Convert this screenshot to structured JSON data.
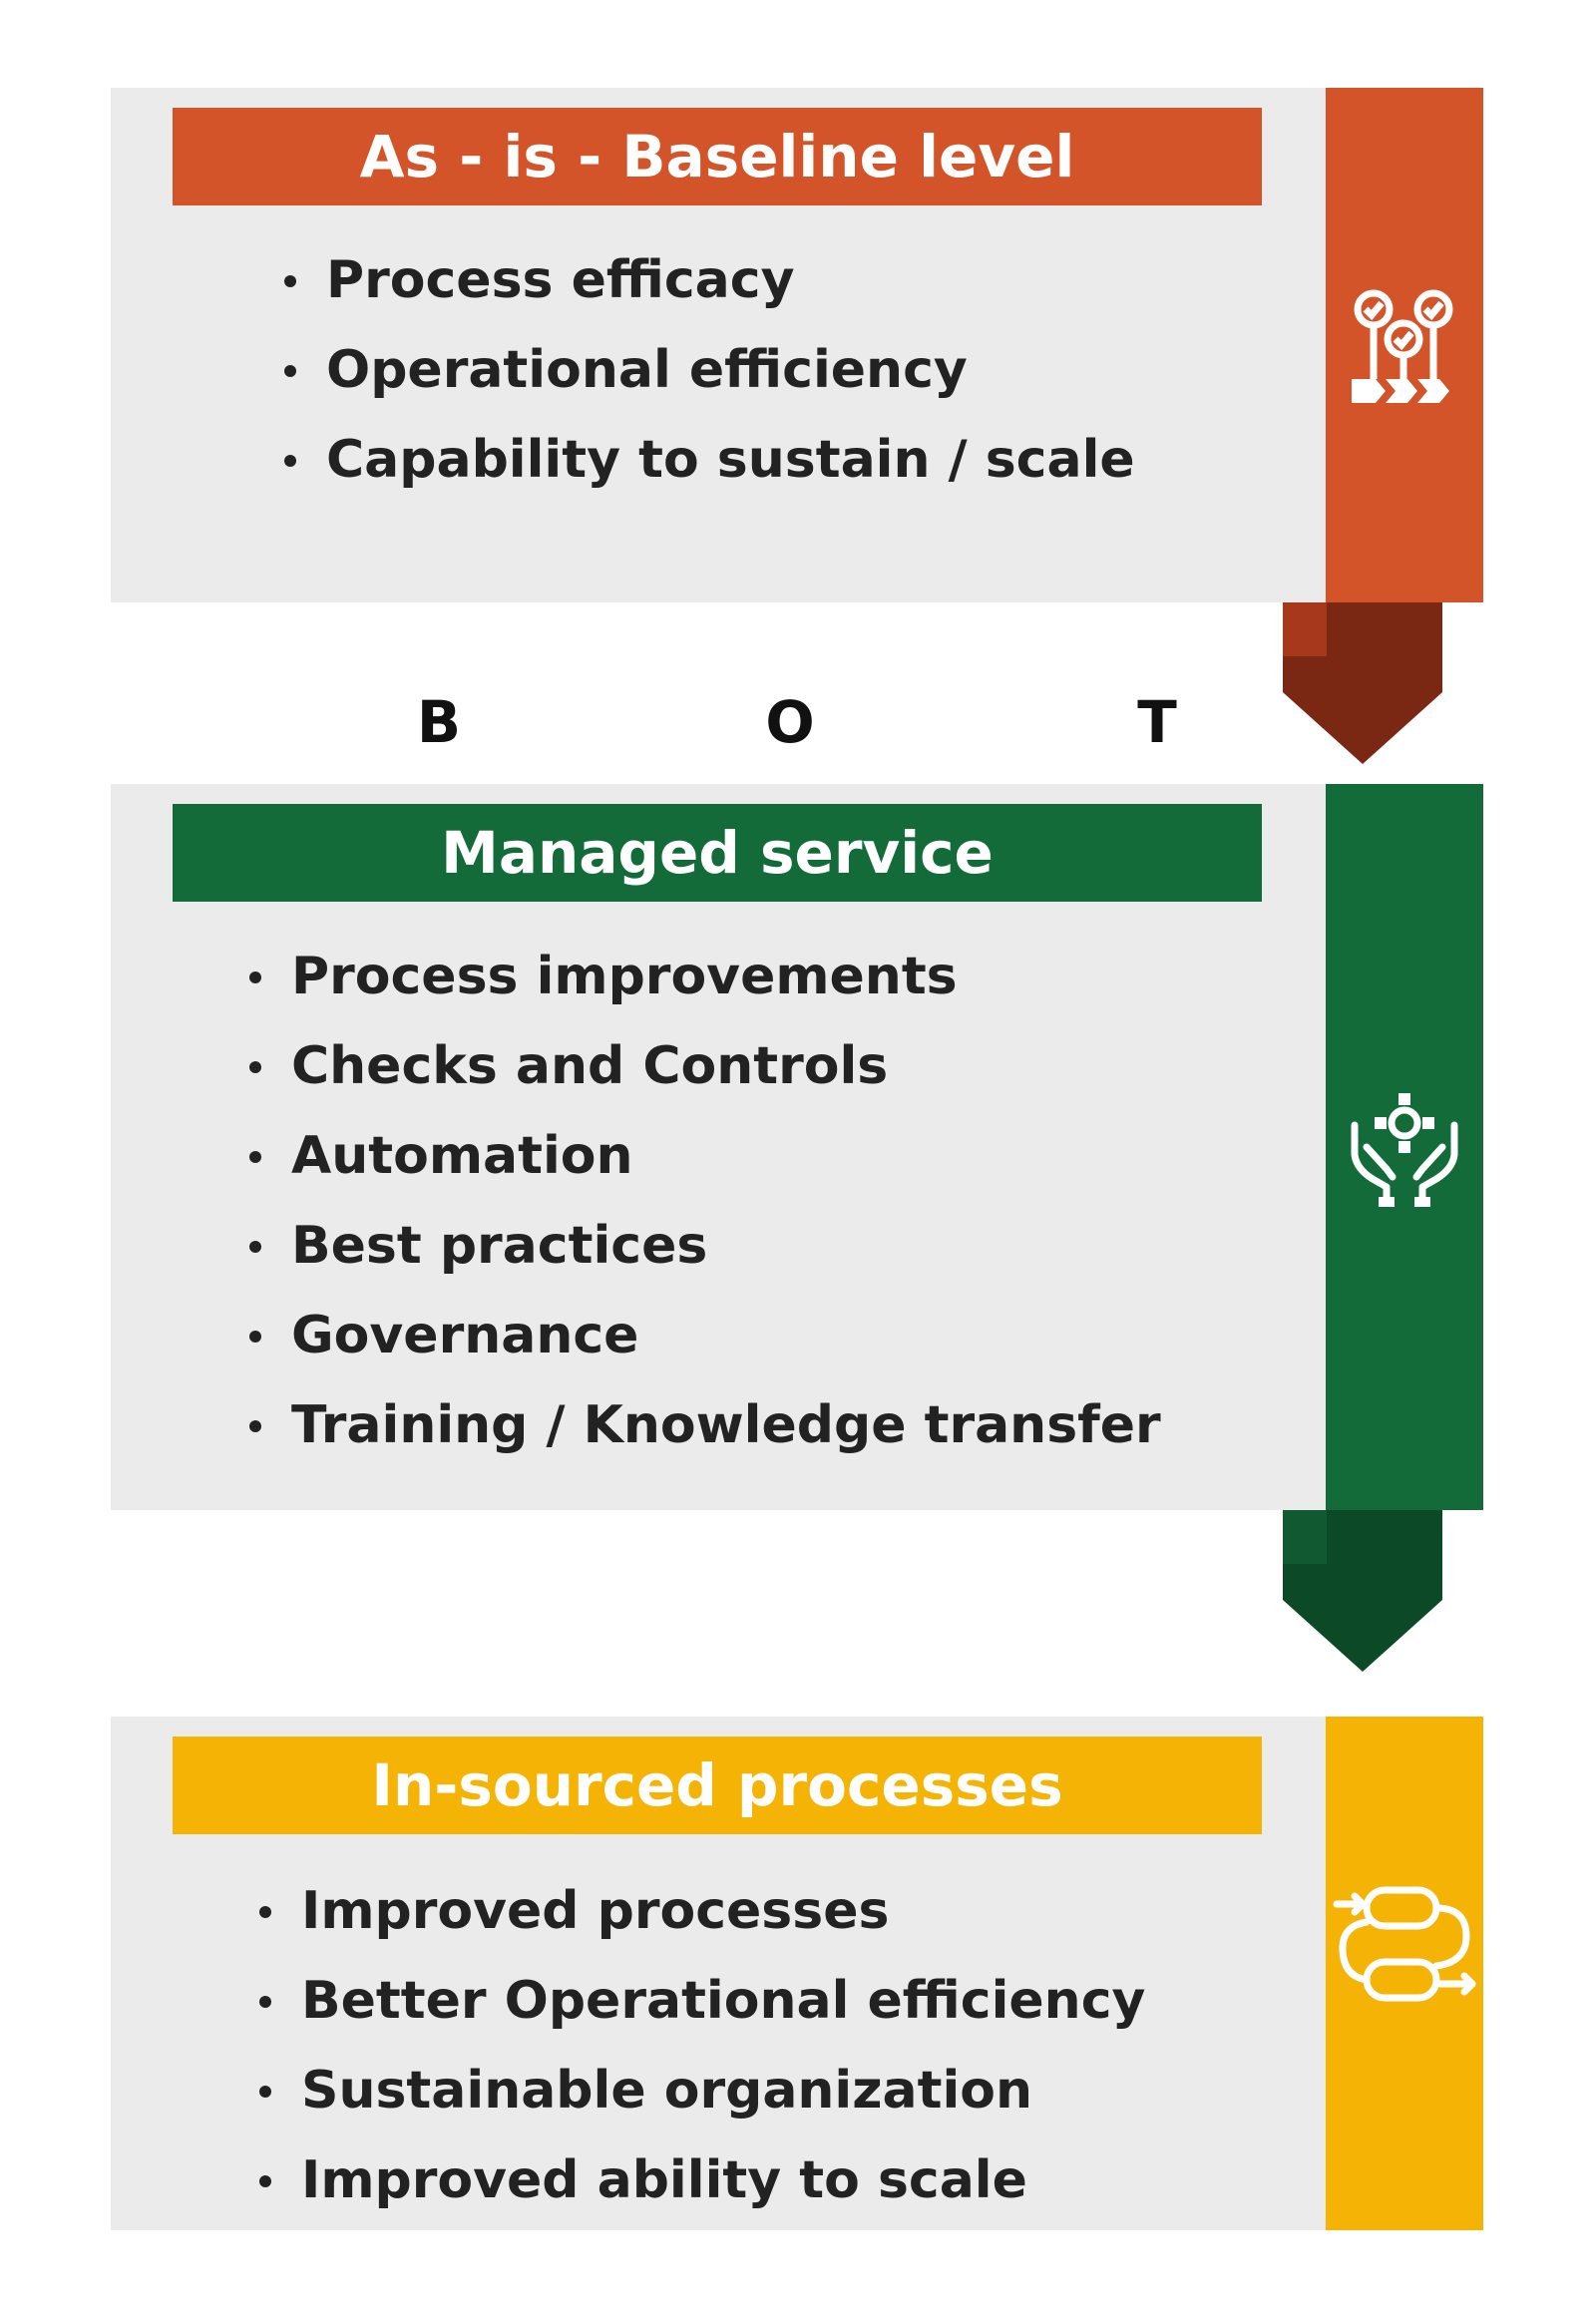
{
  "colors": {
    "panel_bg": "#ebebeb",
    "stage1": "#d4542a",
    "stage1_dark": "#7a2814",
    "stage2": "#136b3a",
    "stage2_dark": "#0c4a27",
    "stage3": "#f5b405"
  },
  "stages": [
    {
      "title": "As - is - Baseline level",
      "icon": "milestones-icon",
      "items": [
        "Process efficacy",
        "Operational efficiency",
        "Capability to sustain / scale"
      ]
    },
    {
      "title": "Managed service",
      "icon": "hands-gear-icon",
      "items": [
        "Process improvements",
        "Checks and Controls",
        "Automation",
        "Best practices",
        "Governance",
        "Training / Knowledge transfer"
      ]
    },
    {
      "title": "In-sourced processes",
      "icon": "process-flow-icon",
      "items": [
        "Improved processes",
        "Better Operational efficiency",
        "Sustainable organization",
        "Improved ability to scale"
      ]
    }
  ],
  "bot": [
    "B",
    "O",
    "T"
  ]
}
